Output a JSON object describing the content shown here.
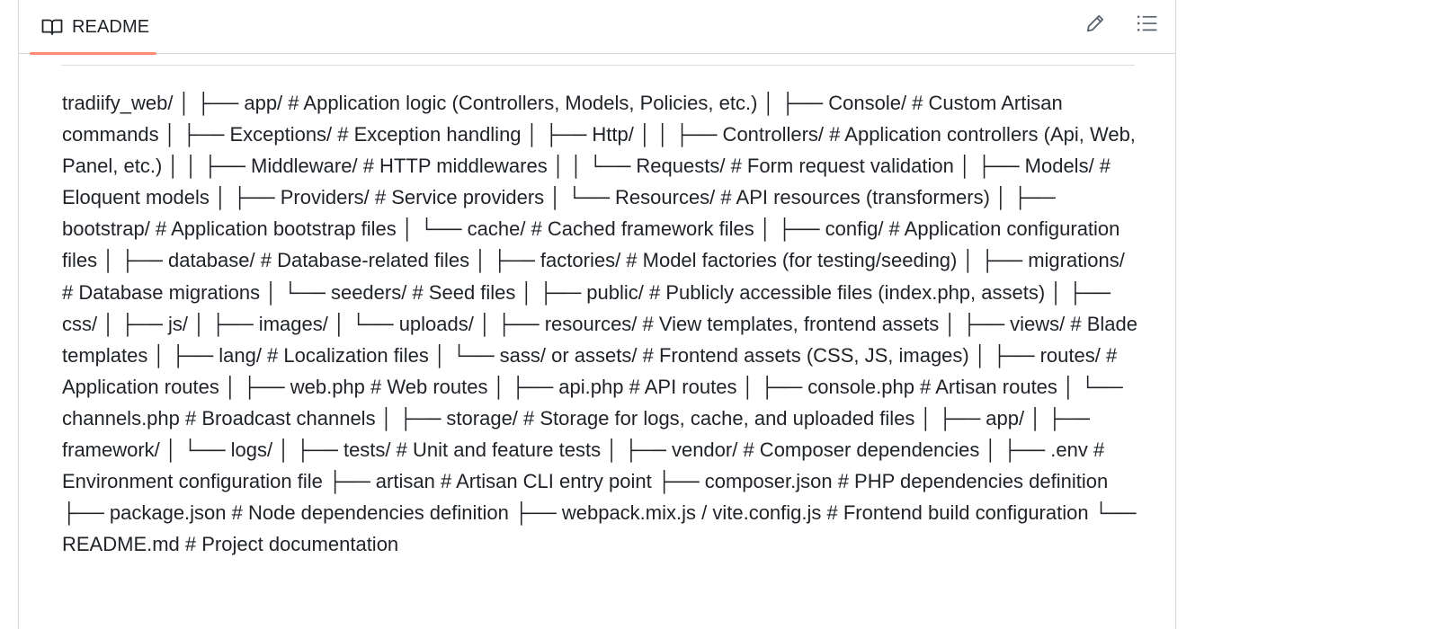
{
  "readme": {
    "tab_label": "README",
    "tab_icon": "book-icon",
    "actions": [
      {
        "name": "edit-button",
        "icon": "pencil-icon"
      },
      {
        "name": "outline-button",
        "icon": "list-unordered-icon"
      }
    ],
    "content": "tradiify_web/ │ ├── app/ # Application logic (Controllers, Models, Policies, etc.) │ ├── Console/ # Custom Artisan commands │ ├── Exceptions/ # Exception handling │ ├── Http/ │ │ ├── Controllers/ # Application controllers (Api, Web, Panel, etc.) │ │ ├── Middleware/ # HTTP middlewares │ │ └── Requests/ # Form request validation │ ├── Models/ # Eloquent models │ ├── Providers/ # Service providers │ └── Resources/ # API resources (transformers) │ ├── bootstrap/ # Application bootstrap files │ └── cache/ # Cached framework files │ ├── config/ # Application configuration files │ ├── database/ # Database-related files │ ├── factories/ # Model factories (for testing/seeding) │ ├── migrations/ # Database migrations │ └── seeders/ # Seed files │ ├── public/ # Publicly accessible files (index.php, assets) │ ├── css/ │ ├── js/ │ ├── images/ │ └── uploads/ │ ├── resources/ # View templates, frontend assets │ ├── views/ # Blade templates │ ├── lang/ # Localization files │ └── sass/ or assets/ # Frontend assets (CSS, JS, images) │ ├── routes/ # Application routes │ ├── web.php # Web routes │ ├── api.php # API routes │ ├── console.php # Artisan routes │ └── channels.php # Broadcast channels │ ├── storage/ # Storage for logs, cache, and uploaded files │ ├── app/ │ ├── framework/ │ └── logs/ │ ├── tests/ # Unit and feature tests │ ├── vendor/ # Composer dependencies │ ├── .env # Environment configuration file ├── artisan # Artisan CLI entry point ├── composer.json # PHP dependencies definition ├── package.json # Node dependencies definition ├── webpack.mix.js / vite.config.js # Frontend build configuration └── README.md # Project documentation"
  },
  "colors": {
    "tab_underline": "#fd8c73",
    "border": "#d0d7de",
    "text": "#1f2328",
    "icon": "#59636e"
  }
}
